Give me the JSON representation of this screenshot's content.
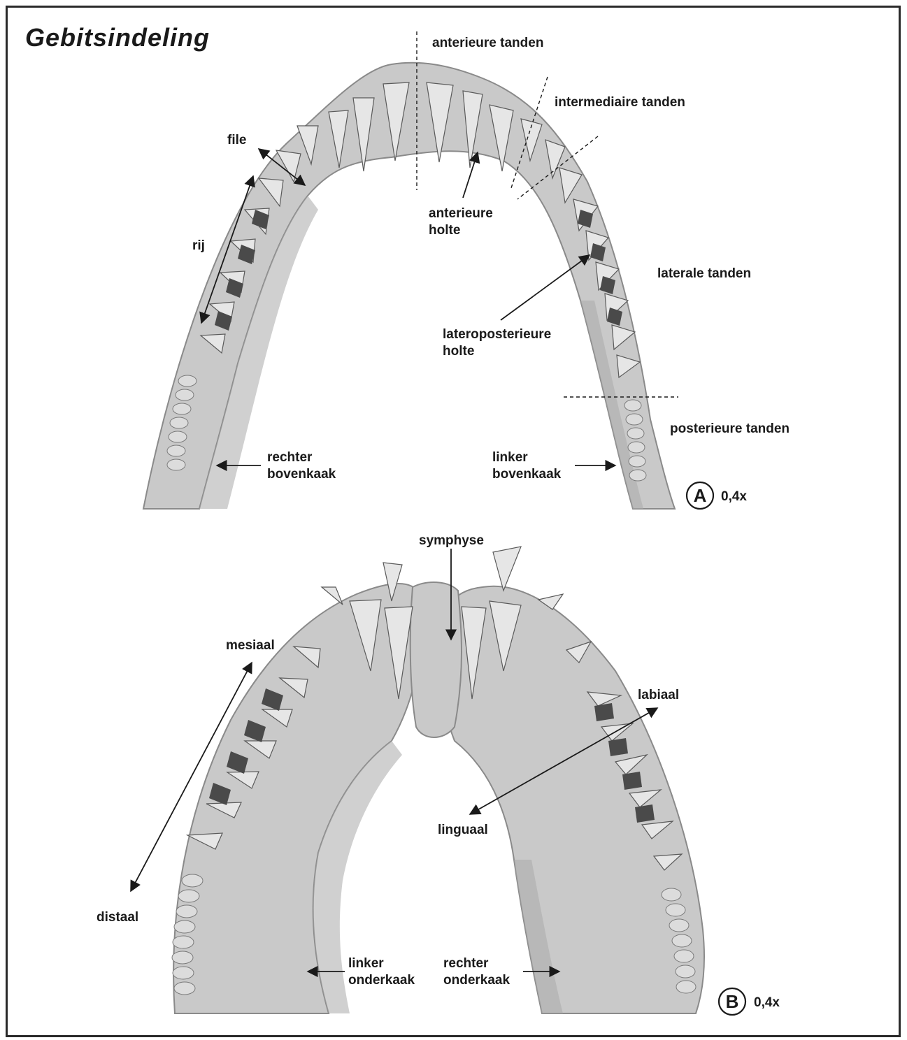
{
  "title": "Gebitsindeling",
  "panel_a": {
    "labels": {
      "anterieure_tanden": "anterieure tanden",
      "intermediaire_tanden": "intermediaire tanden",
      "file": "file",
      "rij": "rij",
      "anterieure_holte_1": "anterieure",
      "anterieure_holte_2": "holte",
      "laterale_tanden": "laterale tanden",
      "lateroposterieure_holte_1": "lateroposterieure",
      "lateroposterieure_holte_2": "holte",
      "posterieure_tanden": "posterieure tanden",
      "rechter_bovenkaak_1": "rechter",
      "rechter_bovenkaak_2": "bovenkaak",
      "linker_bovenkaak_1": "linker",
      "linker_bovenkaak_2": "bovenkaak"
    },
    "scale_letter": "A",
    "scale_value": "0,4x"
  },
  "panel_b": {
    "labels": {
      "symphyse": "symphyse",
      "mesiaal": "mesiaal",
      "labiaal": "labiaal",
      "linguaal": "linguaal",
      "distaal": "distaal",
      "linker_onderkaak_1": "linker",
      "linker_onderkaak_2": "onderkaak",
      "rechter_onderkaak_1": "rechter",
      "rechter_onderkaak_2": "onderkaak"
    },
    "scale_letter": "B",
    "scale_value": "0,4x"
  },
  "colors": {
    "bone": "#c9c9c9",
    "tooth": "#e6e6e6",
    "ink": "#1a1a1a"
  }
}
